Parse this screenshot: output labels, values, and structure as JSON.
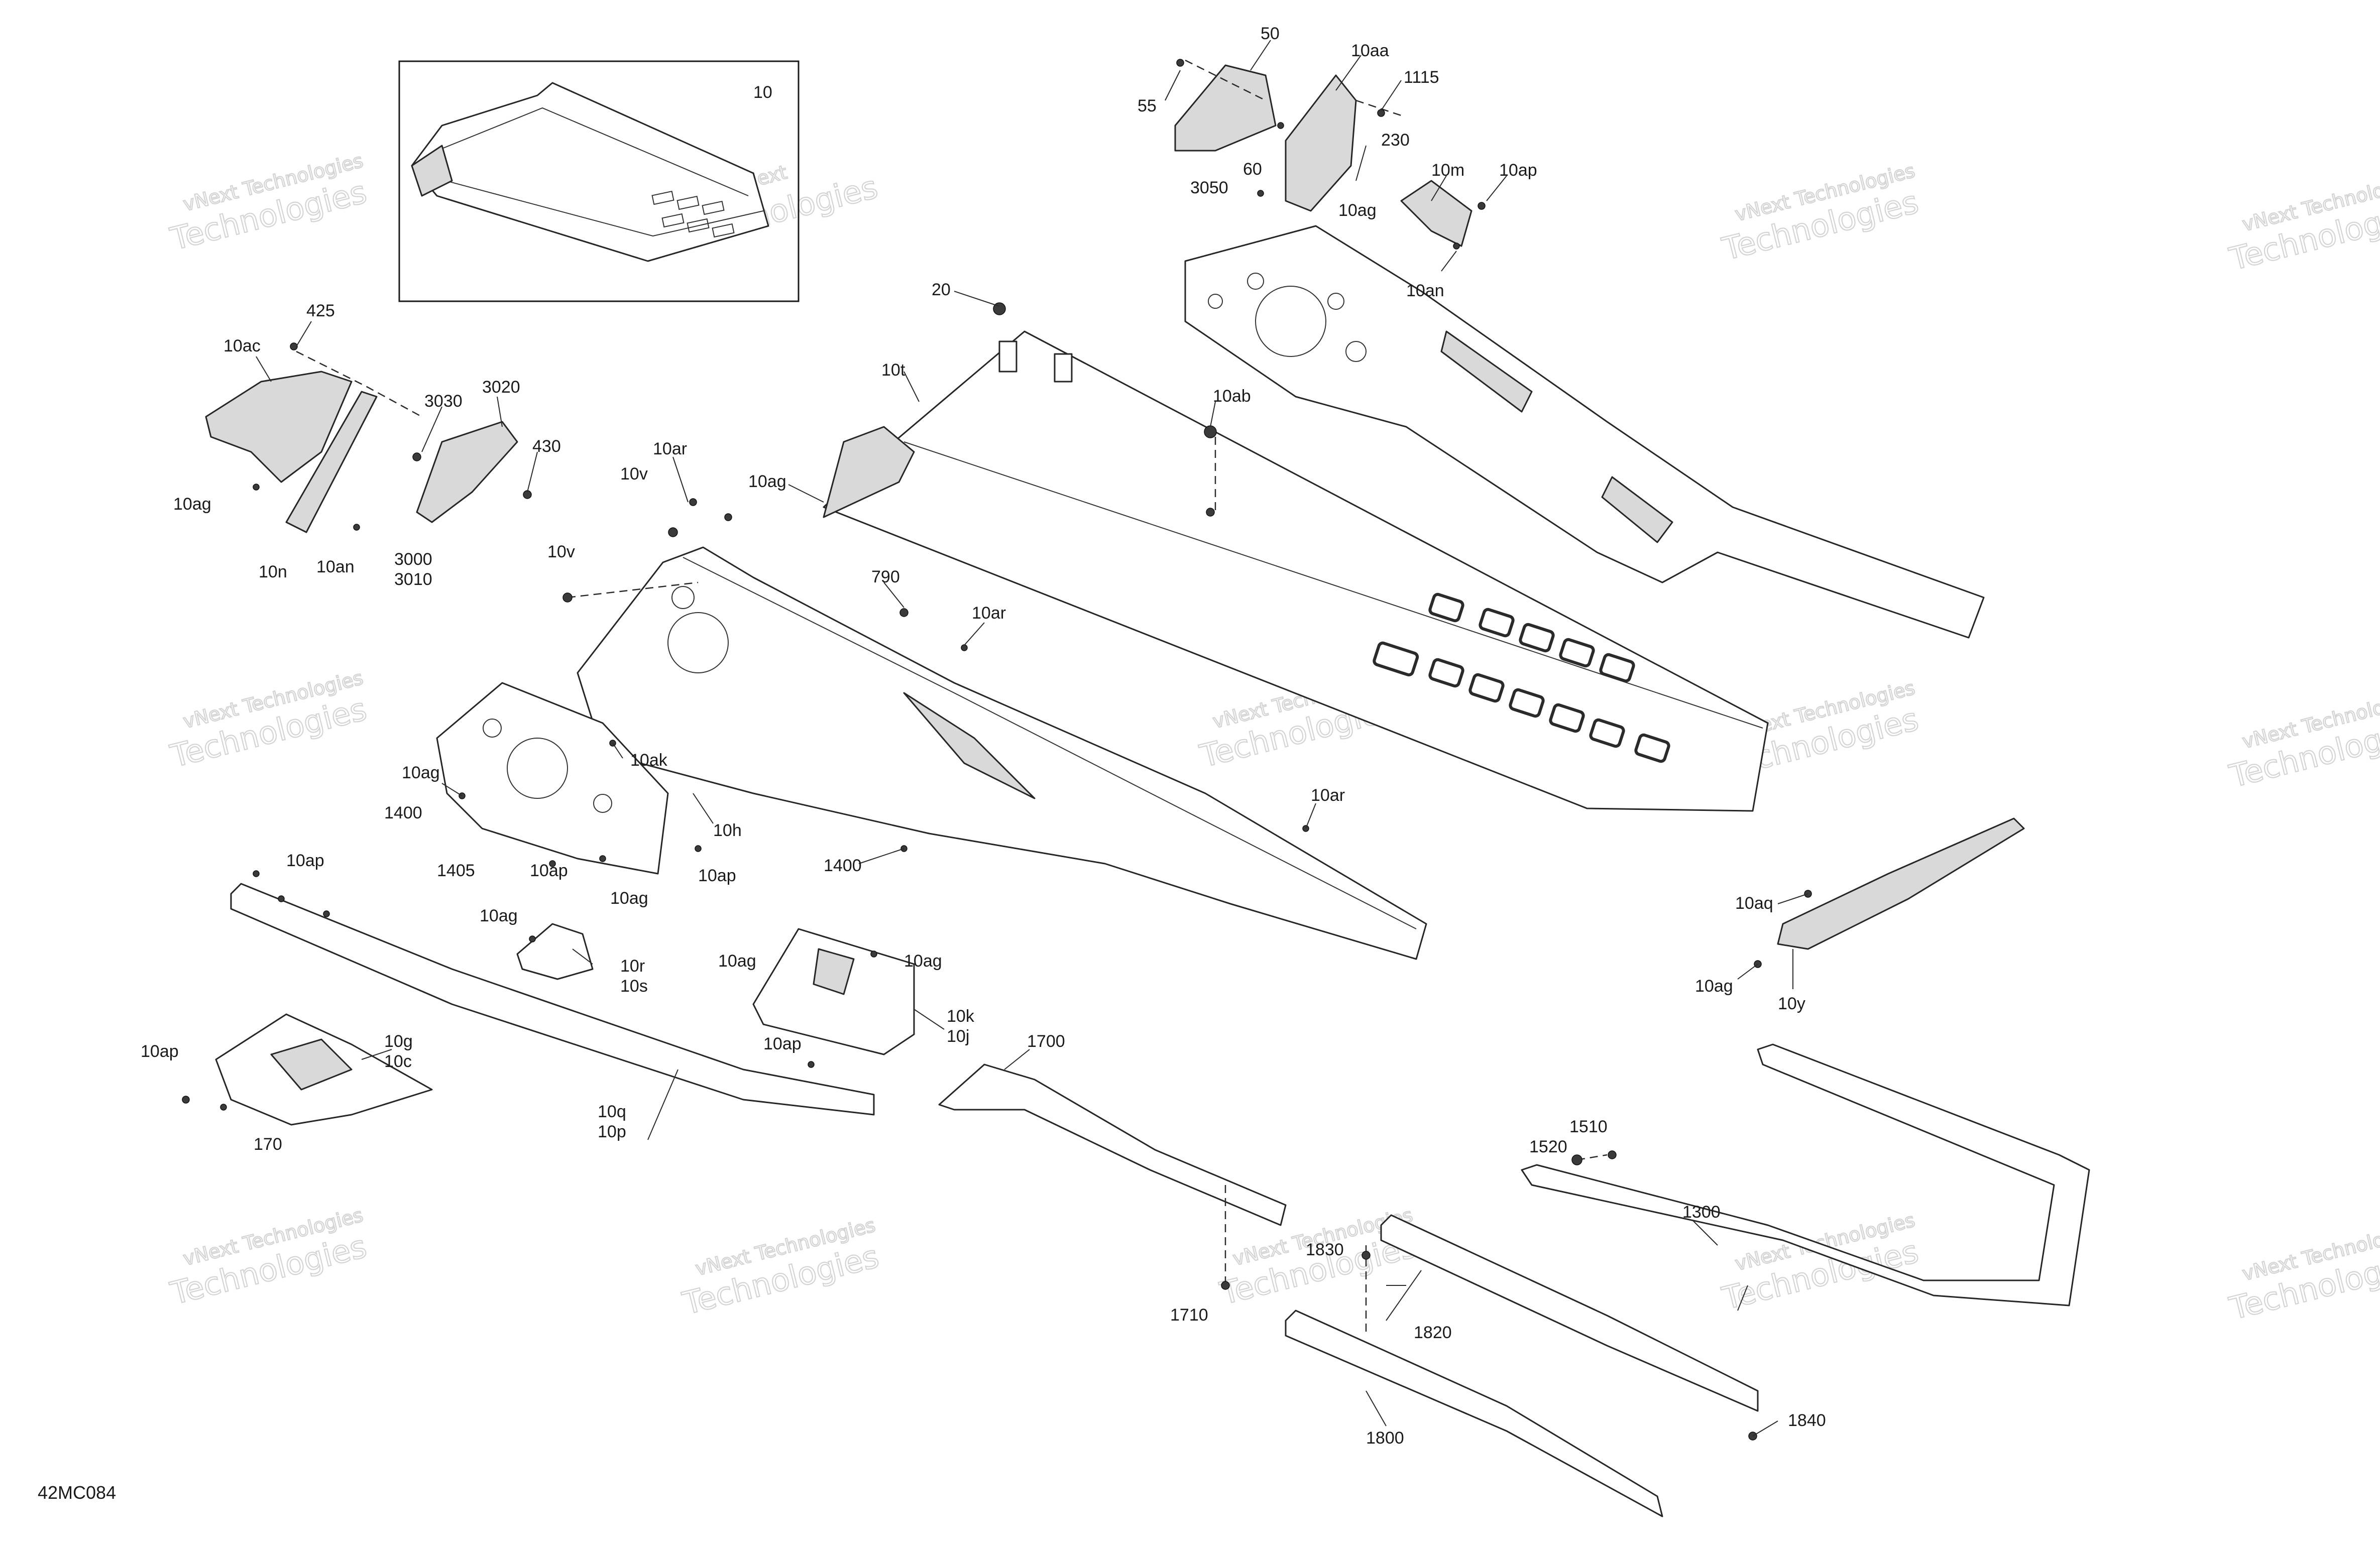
{
  "diagram": {
    "code": "42MC084",
    "inset_label": "10"
  },
  "watermark": {
    "line1": "vNext Technologies",
    "line2": "Technologies",
    "line3": "vNext"
  },
  "callouts": [
    {
      "id": "c-50",
      "text": "50"
    },
    {
      "id": "c-10aa",
      "text": "10aa"
    },
    {
      "id": "c-1115",
      "text": "1115"
    },
    {
      "id": "c-55",
      "text": "55"
    },
    {
      "id": "c-230",
      "text": "230"
    },
    {
      "id": "c-60",
      "text": "60"
    },
    {
      "id": "c-10m",
      "text": "10m"
    },
    {
      "id": "c-10ap-top",
      "text": "10ap"
    },
    {
      "id": "c-3050",
      "text": "3050"
    },
    {
      "id": "c-10ag-top",
      "text": "10ag"
    },
    {
      "id": "c-10an-top",
      "text": "10an"
    },
    {
      "id": "c-425",
      "text": "425"
    },
    {
      "id": "c-10ac",
      "text": "10ac"
    },
    {
      "id": "c-3030",
      "text": "3030"
    },
    {
      "id": "c-3020",
      "text": "3020"
    },
    {
      "id": "c-430",
      "text": "430"
    },
    {
      "id": "c-10ag-left",
      "text": "10ag"
    },
    {
      "id": "c-10n",
      "text": "10n"
    },
    {
      "id": "c-10an-left",
      "text": "10an"
    },
    {
      "id": "c-3000",
      "text": "3000"
    },
    {
      "id": "c-3010",
      "text": "3010"
    },
    {
      "id": "c-20",
      "text": "20"
    },
    {
      "id": "c-10t",
      "text": "10t"
    },
    {
      "id": "c-10ab",
      "text": "10ab"
    },
    {
      "id": "c-10ar-top",
      "text": "10ar"
    },
    {
      "id": "c-10v-top",
      "text": "10v"
    },
    {
      "id": "c-10ag-mid",
      "text": "10ag"
    },
    {
      "id": "c-10v-mid",
      "text": "10v"
    },
    {
      "id": "c-790",
      "text": "790"
    },
    {
      "id": "c-10ar-mid",
      "text": "10ar"
    },
    {
      "id": "c-10ak",
      "text": "10ak"
    },
    {
      "id": "c-10ag-plate",
      "text": "10ag"
    },
    {
      "id": "c-1400-left",
      "text": "1400"
    },
    {
      "id": "c-10h",
      "text": "10h"
    },
    {
      "id": "c-1405",
      "text": "1405"
    },
    {
      "id": "c-10ap-plate1",
      "text": "10ap"
    },
    {
      "id": "c-10ap-plate2",
      "text": "10ap"
    },
    {
      "id": "c-10ag-plate2",
      "text": "10ag"
    },
    {
      "id": "c-1400-mid",
      "text": "1400"
    },
    {
      "id": "c-10ar-right",
      "text": "10ar"
    },
    {
      "id": "c-10ap-rail",
      "text": "10ap"
    },
    {
      "id": "c-10ag-bracket",
      "text": "10ag"
    },
    {
      "id": "c-10r",
      "text": "10r"
    },
    {
      "id": "c-10s",
      "text": "10s"
    },
    {
      "id": "c-10ag-k",
      "text": "10ag"
    },
    {
      "id": "c-10ag-k2",
      "text": "10ag"
    },
    {
      "id": "c-10k",
      "text": "10k"
    },
    {
      "id": "c-10j",
      "text": "10j"
    },
    {
      "id": "c-10ap-k",
      "text": "10ap"
    },
    {
      "id": "c-10ap-g",
      "text": "10ap"
    },
    {
      "id": "c-10g",
      "text": "10g"
    },
    {
      "id": "c-10c",
      "text": "10c"
    },
    {
      "id": "c-170",
      "text": "170"
    },
    {
      "id": "c-10q",
      "text": "10q"
    },
    {
      "id": "c-10p",
      "text": "10p"
    },
    {
      "id": "c-1700",
      "text": "1700"
    },
    {
      "id": "c-10aq",
      "text": "10aq"
    },
    {
      "id": "c-10ag-y",
      "text": "10ag"
    },
    {
      "id": "c-10y",
      "text": "10y"
    },
    {
      "id": "c-1510",
      "text": "1510"
    },
    {
      "id": "c-1520",
      "text": "1520"
    },
    {
      "id": "c-1300",
      "text": "1300"
    },
    {
      "id": "c-1830",
      "text": "1830"
    },
    {
      "id": "c-1710",
      "text": "1710"
    },
    {
      "id": "c-1820",
      "text": "1820"
    },
    {
      "id": "c-1800",
      "text": "1800"
    },
    {
      "id": "c-1840",
      "text": "1840"
    }
  ]
}
